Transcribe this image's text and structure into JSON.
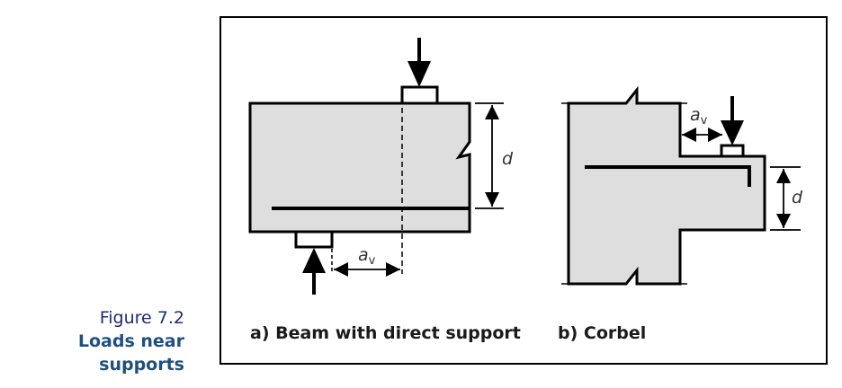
{
  "caption": {
    "figure_number": "Figure 7.2",
    "figure_title": "Loads near supports"
  },
  "panels": {
    "beam": {
      "label": "a) Beam with direct support"
    },
    "corbel": {
      "label": "b) Corbel"
    }
  },
  "dimensions": {
    "av_symbol": "a",
    "av_subscript": "v",
    "d": "d"
  },
  "colors": {
    "concrete_fill": "#dedede",
    "outline": "#000000",
    "figure_number": "#1e2a78",
    "figure_title": "#1f4f80"
  }
}
